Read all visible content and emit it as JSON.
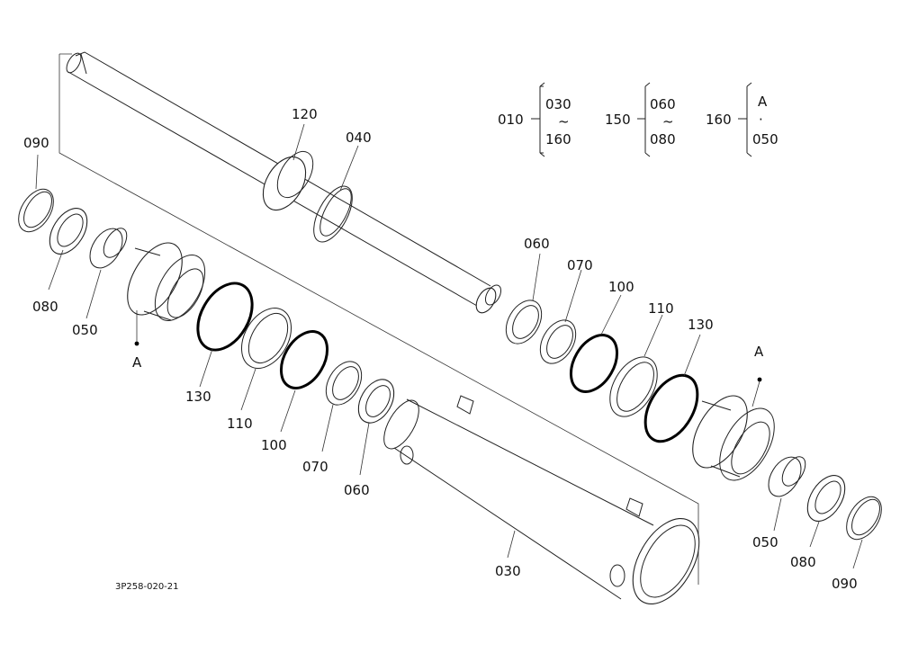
{
  "drawing_code": "3P258-020-21",
  "legend": {
    "g1": {
      "parent": "010",
      "from": "030",
      "tilde": "~",
      "to": "160"
    },
    "g2": {
      "parent": "150",
      "from": "060",
      "tilde": "~",
      "to": "080"
    },
    "g3": {
      "parent": "160",
      "from": "A",
      "dot": "·",
      "to": "050"
    }
  },
  "labels": {
    "l120": "120",
    "l040": "040",
    "l090a": "090",
    "l080a": "080",
    "l050a": "050",
    "lAa": "A",
    "l130a": "130",
    "l110a": "110",
    "l100a": "100",
    "l070a": "070",
    "l060a": "060",
    "l030": "030",
    "l060b": "060",
    "l070b": "070",
    "l100b": "100",
    "l110b": "110",
    "l130b": "130",
    "lAb": "A",
    "l050b": "050",
    "l080b": "080",
    "l090b": "090"
  }
}
